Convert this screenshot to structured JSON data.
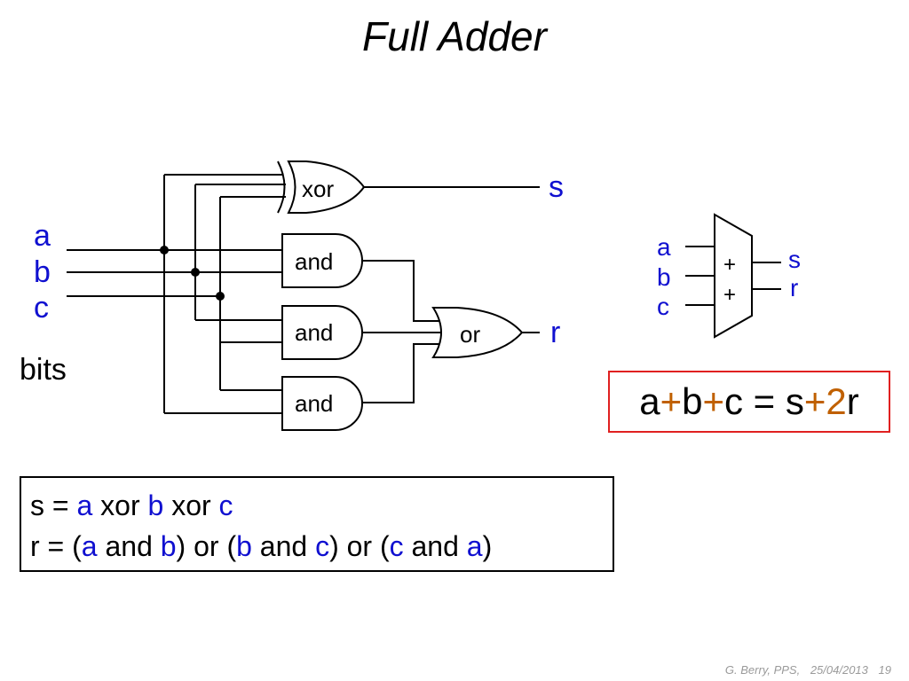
{
  "slide": {
    "title": "Full Adder"
  },
  "diagram": {
    "inputs": [
      "a",
      "b",
      "c"
    ],
    "inputs_caption": "bits",
    "gates": {
      "xor": "xor",
      "and1": "and",
      "and2": "and",
      "and3": "and",
      "or": "or"
    },
    "outputs": {
      "sum": "s",
      "carry": "r"
    }
  },
  "symbol": {
    "inputs": [
      "a",
      "b",
      "c"
    ],
    "operators": [
      "+",
      "+"
    ],
    "outputs": [
      "s",
      "r"
    ]
  },
  "equations": {
    "line1": [
      {
        "t": "s ",
        "k": "txt"
      },
      {
        "t": "=",
        "k": "txt"
      },
      {
        "t": " ",
        "k": "txt"
      },
      {
        "t": "a",
        "k": "var"
      },
      {
        "t": " xor ",
        "k": "txt"
      },
      {
        "t": "b",
        "k": "var"
      },
      {
        "t": " xor ",
        "k": "txt"
      },
      {
        "t": "c",
        "k": "var"
      }
    ],
    "line2": [
      {
        "t": "r ",
        "k": "txt"
      },
      {
        "t": "=",
        "k": "txt"
      },
      {
        "t": " (",
        "k": "txt"
      },
      {
        "t": "a",
        "k": "var"
      },
      {
        "t": " and ",
        "k": "txt"
      },
      {
        "t": "b",
        "k": "var"
      },
      {
        "t": ") or (",
        "k": "txt"
      },
      {
        "t": "b",
        "k": "var"
      },
      {
        "t": " and ",
        "k": "txt"
      },
      {
        "t": "c",
        "k": "var"
      },
      {
        "t": ") or (",
        "k": "txt"
      },
      {
        "t": "c",
        "k": "var"
      },
      {
        "t": " and ",
        "k": "txt"
      },
      {
        "t": "a",
        "k": "var"
      },
      {
        "t": ")",
        "k": "txt"
      }
    ]
  },
  "sum_formula": [
    {
      "t": "a",
      "k": "txt"
    },
    {
      "t": "+",
      "k": "op"
    },
    {
      "t": "b",
      "k": "txt"
    },
    {
      "t": "+",
      "k": "op"
    },
    {
      "t": "c",
      "k": "txt"
    },
    {
      "t": " = ",
      "k": "txt"
    },
    {
      "t": "s",
      "k": "txt"
    },
    {
      "t": "+",
      "k": "op"
    },
    {
      "t": "2",
      "k": "op"
    },
    {
      "t": "r",
      "k": "txt"
    }
  ],
  "footer": {
    "author": "G. Berry, PPS,",
    "date": "25/04/2013",
    "page": "19"
  },
  "colors": {
    "variable": "#1010d0",
    "operator": "#c06000",
    "box_border": "#e02020",
    "footer": "#9a9a9a"
  }
}
